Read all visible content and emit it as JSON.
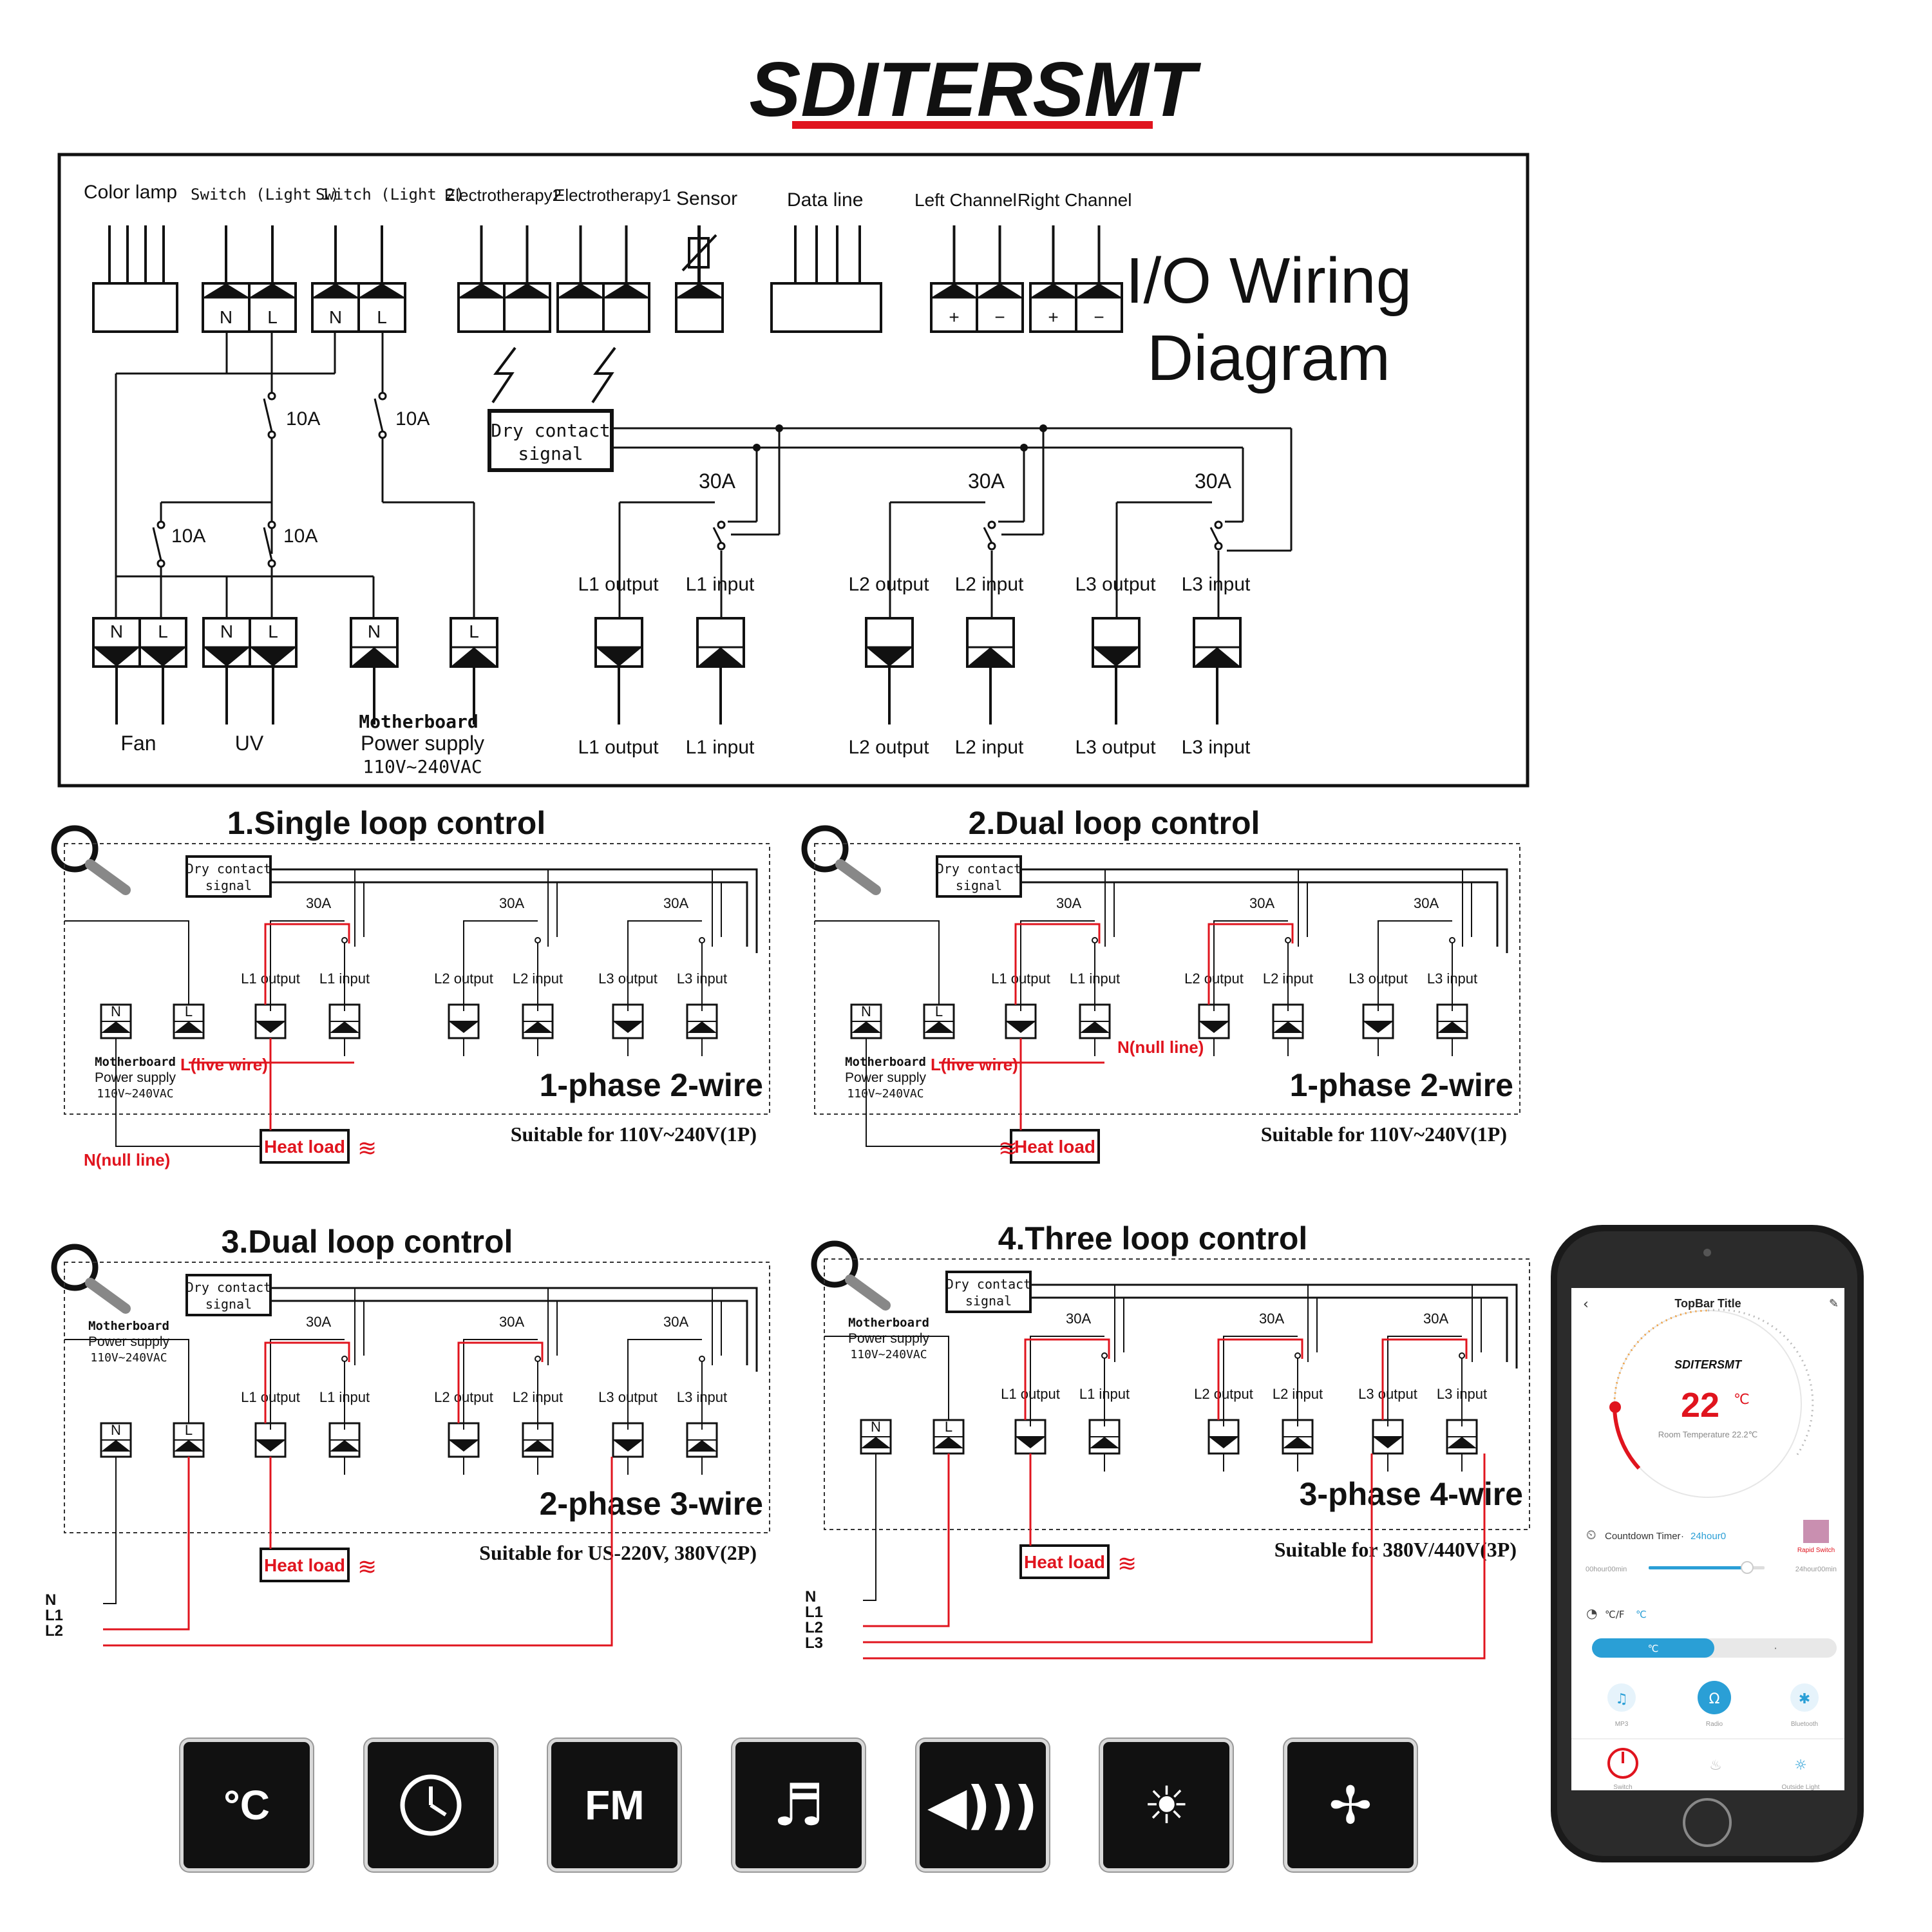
{
  "brand": "SDITERSMT",
  "io_diagram": {
    "title_line1": "I/O Wiring",
    "title_line2": "Diagram",
    "top_labels": {
      "color_lamp": "Color lamp",
      "switch_light1": "Switch (Light 1)",
      "switch_light2": "Switch (Light 2)",
      "electro2": "Electrotherapy2",
      "electro1": "Electrotherapy1",
      "sensor": "Sensor",
      "data_line": "Data line",
      "left_ch": "Left Channel",
      "right_ch": "Right Channel"
    },
    "terminal_N": "N",
    "terminal_L": "L",
    "plus": "+",
    "minus": "−",
    "amp_10": "10A",
    "amp_30": "30A",
    "dry_contact_1": "Dry contact",
    "dry_contact_2": "signal",
    "bottom_labels": {
      "fan": "Fan",
      "uv": "UV",
      "mb1": "Motherboard",
      "mb2": "Power supply",
      "mb3": "110V~240VAC",
      "l1_out": "L1 output",
      "l1_in": "L1 input",
      "l2_out": "L2 output",
      "l2_in": "L2 input",
      "l3_out": "L3 output",
      "l3_in": "L3 input"
    }
  },
  "panels": [
    {
      "title": "1.Single loop control",
      "phase": "1-phase 2-wire",
      "suitable": "Suitable for 110V~240V(1P)"
    },
    {
      "title": "2.Dual loop control",
      "phase": "1-phase 2-wire",
      "suitable": "Suitable for 110V~240V(1P)"
    },
    {
      "title": "3.Dual loop control",
      "phase": "2-phase 3-wire",
      "suitable": "Suitable for US-220V, 380V(2P)"
    },
    {
      "title": "4.Three loop control",
      "phase": "3-phase 4-wire",
      "suitable": "Suitable for 380V/440V(3P)"
    }
  ],
  "panel_labels": {
    "live_wire": "L(live wire)",
    "null_line": "N(null line)",
    "heat_load": "Heat load",
    "n": "N",
    "l1": "L1",
    "l2": "L2",
    "l3": "L3"
  },
  "phone": {
    "topbar_title": "TopBar Title",
    "brand": "SDITERSMT",
    "temperature": "22",
    "temp_unit": "℃",
    "room_temp": "Room Temperature 22.2℃",
    "countdown_label": "Countdown Timer",
    "countdown_value": "24hour0",
    "rapid_switch": "Rapid Switch",
    "slider_min": "00hour00min",
    "slider_max": "24hour00min",
    "slider_fraction": 0.85,
    "unit_label": "℃/F",
    "unit_value": "℃",
    "unit_selected": "℃",
    "unit_other": "·",
    "mp3": "MP3",
    "radio": "Radio",
    "bluetooth": "Bluetooth",
    "switch": "Switch",
    "outside_light": "Outside Light"
  },
  "feature_icons": [
    {
      "name": "thermometer-celsius-icon",
      "text": "°C"
    },
    {
      "name": "clock-icon",
      "text": ""
    },
    {
      "name": "fm-radio-icon",
      "text": "FM"
    },
    {
      "name": "music-note-icon",
      "text": ""
    },
    {
      "name": "speaker-volume-icon",
      "text": ""
    },
    {
      "name": "light-bulb-icon",
      "text": ""
    },
    {
      "name": "fan-icon",
      "text": ""
    }
  ],
  "colors": {
    "accent_red": "#e0141e",
    "phone_blue": "#2a9fd6",
    "line": "#111111"
  }
}
